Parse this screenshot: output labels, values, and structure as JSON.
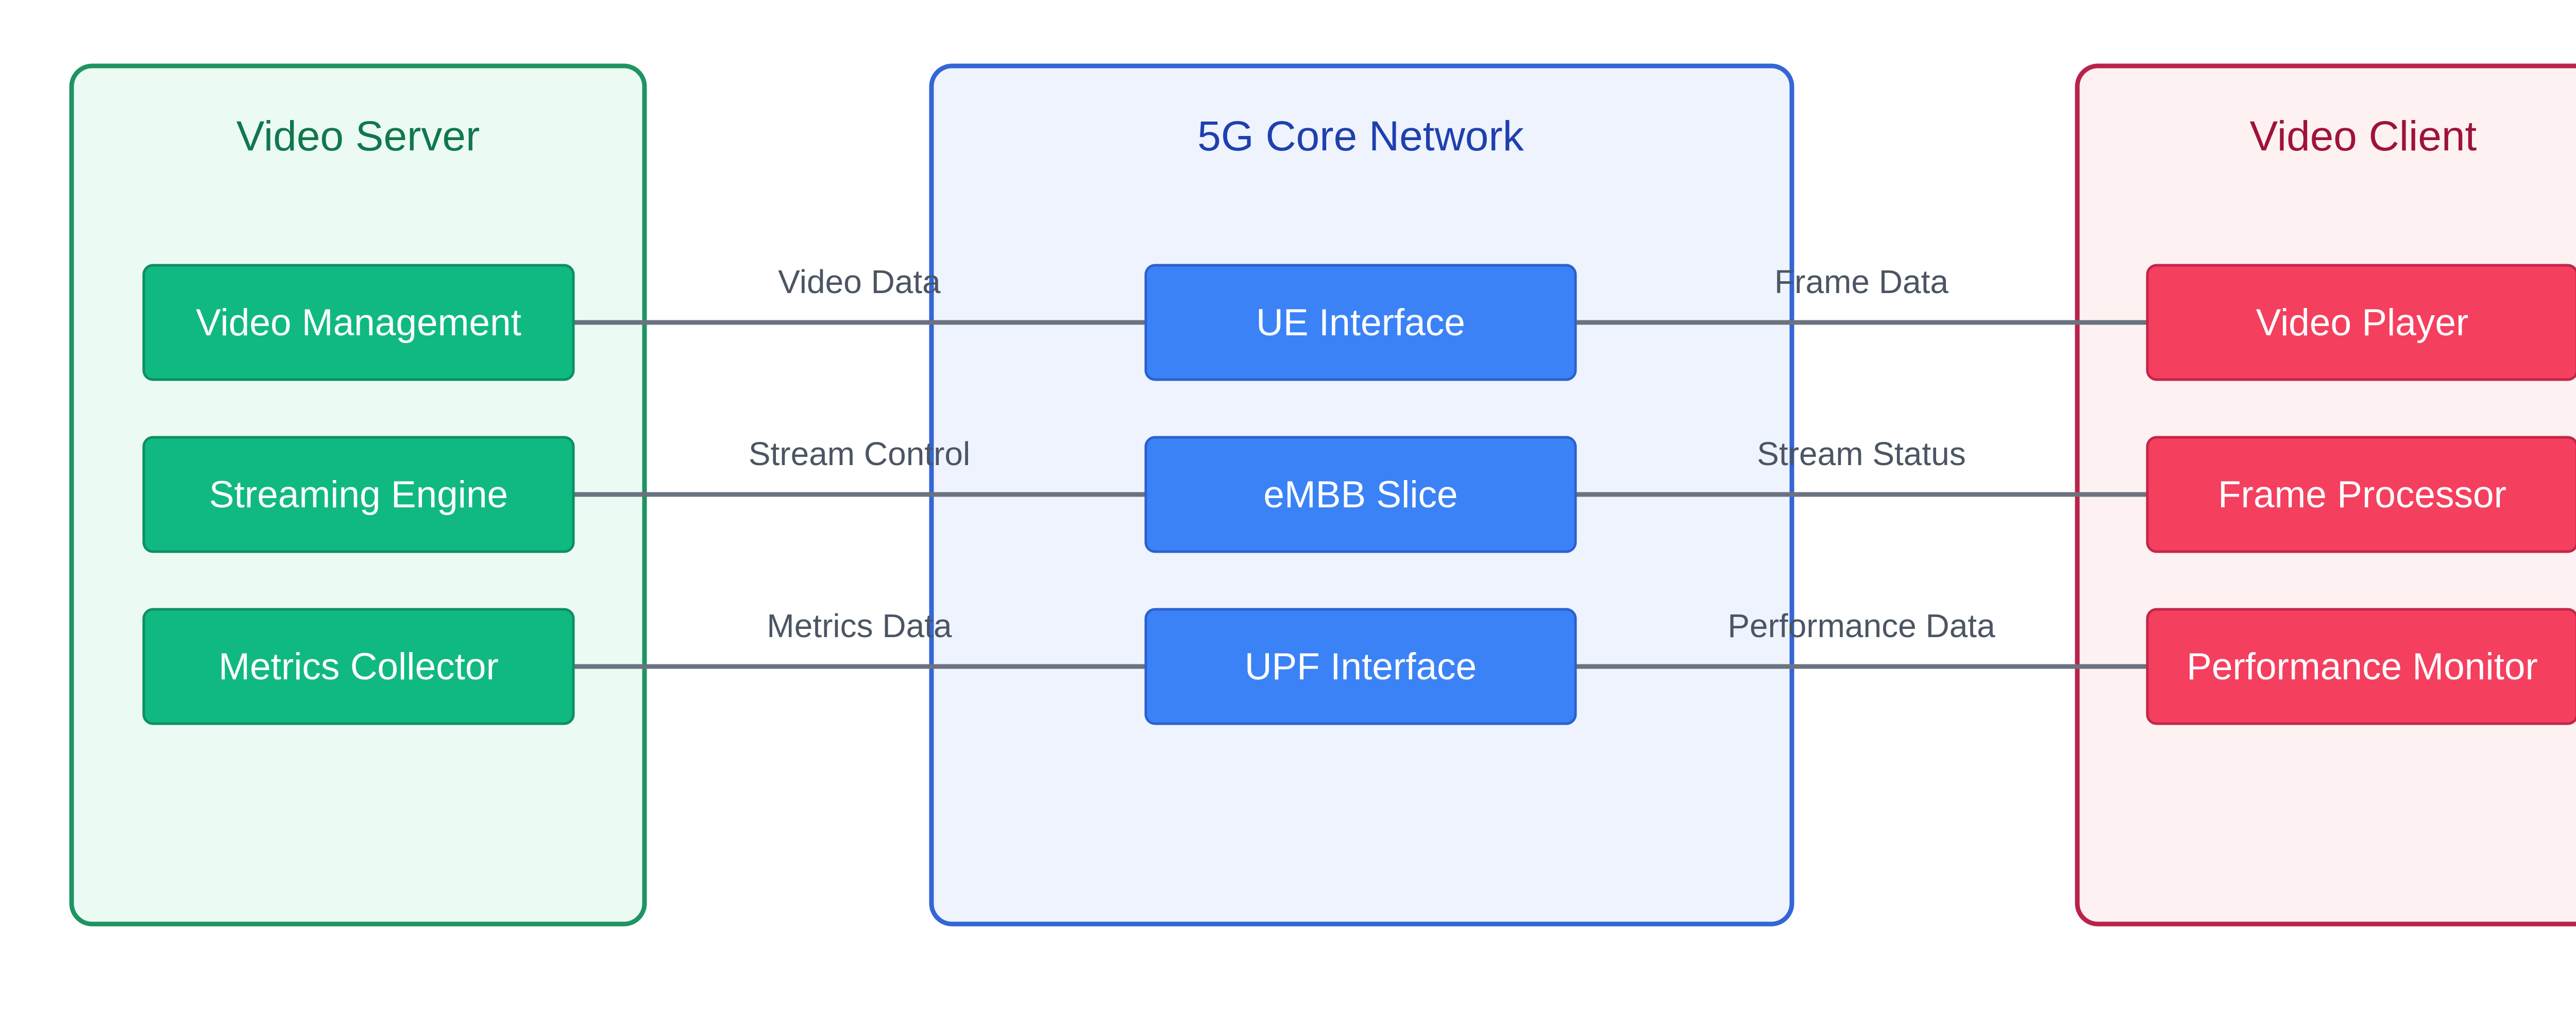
{
  "colors": {
    "server_stroke": "#1f9463",
    "server_fill": "#ebfbf3",
    "server_node": "#10b981",
    "server_node_stroke": "#0d8f63",
    "server_title": "#11774d",
    "core_stroke": "#3366d6",
    "core_fill": "#eff3fd",
    "core_node": "#3b82f6",
    "core_node_stroke": "#2a62cf",
    "core_title": "#1e40af",
    "client_stroke": "#b8234a",
    "client_fill": "#fdf1f1",
    "client_node": "#f43f5e",
    "client_node_stroke": "#c2264a",
    "client_title": "#9f1239",
    "edge": "#6b7280"
  },
  "groups": [
    {
      "id": "server",
      "title": "Video Server",
      "nodes": [
        "Video Management",
        "Streaming Engine",
        "Metrics Collector"
      ]
    },
    {
      "id": "core",
      "title": "5G Core Network",
      "nodes": [
        "UE Interface",
        "eMBB Slice",
        "UPF Interface"
      ]
    },
    {
      "id": "client",
      "title": "Video Client",
      "nodes": [
        "Video Player",
        "Frame Processor",
        "Performance Monitor"
      ]
    }
  ],
  "edges": [
    {
      "from": "Video Management",
      "to": "UE Interface",
      "label": "Video Data"
    },
    {
      "from": "Streaming Engine",
      "to": "eMBB Slice",
      "label": "Stream Control"
    },
    {
      "from": "Metrics Collector",
      "to": "UPF Interface",
      "label": "Metrics Data"
    },
    {
      "from": "UE Interface",
      "to": "Video Player",
      "label": "Frame Data"
    },
    {
      "from": "eMBB Slice",
      "to": "Frame Processor",
      "label": "Stream Status"
    },
    {
      "from": "UPF Interface",
      "to": "Performance Monitor",
      "label": "Performance Data"
    }
  ]
}
